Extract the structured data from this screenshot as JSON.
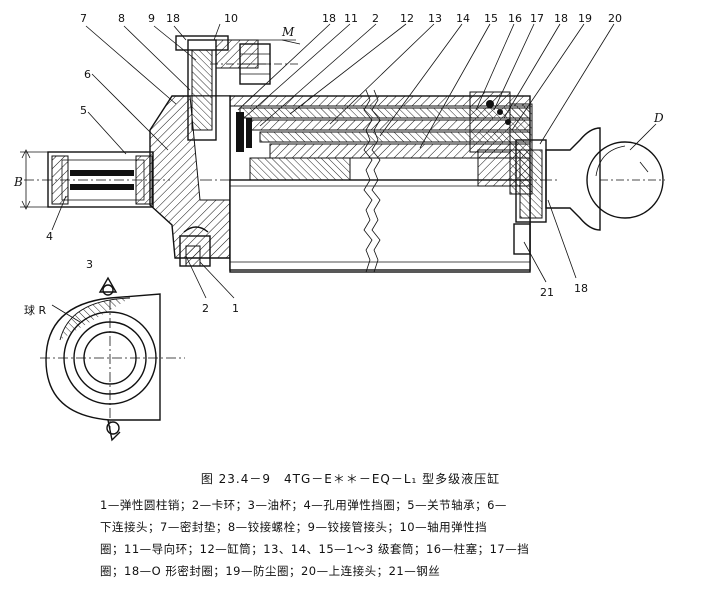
{
  "callouts": {
    "top": [
      "7",
      "8",
      "9",
      "18",
      "10",
      "18",
      "11",
      "2",
      "12",
      "13",
      "14",
      "15",
      "16",
      "17",
      "18",
      "19",
      "20"
    ],
    "left": [
      "6",
      "5",
      "4",
      "3"
    ],
    "bottom": [
      "2",
      "1",
      "21",
      "18"
    ],
    "symbols": {
      "M": "M",
      "D": "D",
      "B": "B",
      "R": "球 R"
    }
  },
  "caption": {
    "title": "图 23.4－9　4TG－E＊＊－EQ－L₁ 型多级液压缸",
    "legend_lines": [
      "1—弹性圆柱销；2—卡环；3—油杯；4—孔用弹性挡圈；5—关节轴承；6—",
      "下连接头；7—密封垫；8—铰接螺栓；9—铰接管接头；10—轴用弹性挡",
      "圈；11—导向环；12—缸筒；13、14、15—1～3 级套筒；16—柱塞；17—挡",
      "圈；18—O 形密封圈；19—防尘圈；20—上连接头；21—钢丝"
    ]
  }
}
